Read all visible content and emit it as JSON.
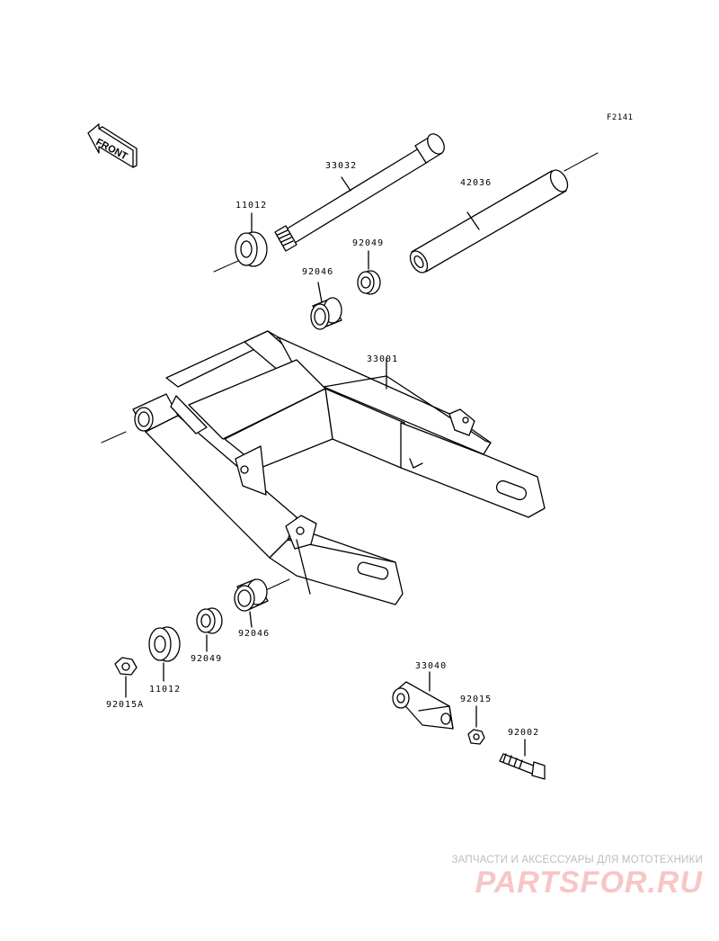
{
  "figure_code": "F2141",
  "front_label": "FRONT",
  "watermark": {
    "tagline": "ЗАПЧАСТИ И АКСЕССУАРЫ ДЛЯ МОТОТЕХНИКИ",
    "logo": "PARTSFOR.RU"
  },
  "parts": {
    "p33032": "33032",
    "p42036": "42036",
    "p11012_top": "11012",
    "p92049_top": "92049",
    "p92046_top": "92046",
    "p33001": "33001",
    "p92046_bottom": "92046",
    "p92049_bottom": "92049",
    "p11012_bottom": "11012",
    "p92015A": "92015A",
    "p33040": "33040",
    "p92015": "92015",
    "p92002": "92002"
  }
}
